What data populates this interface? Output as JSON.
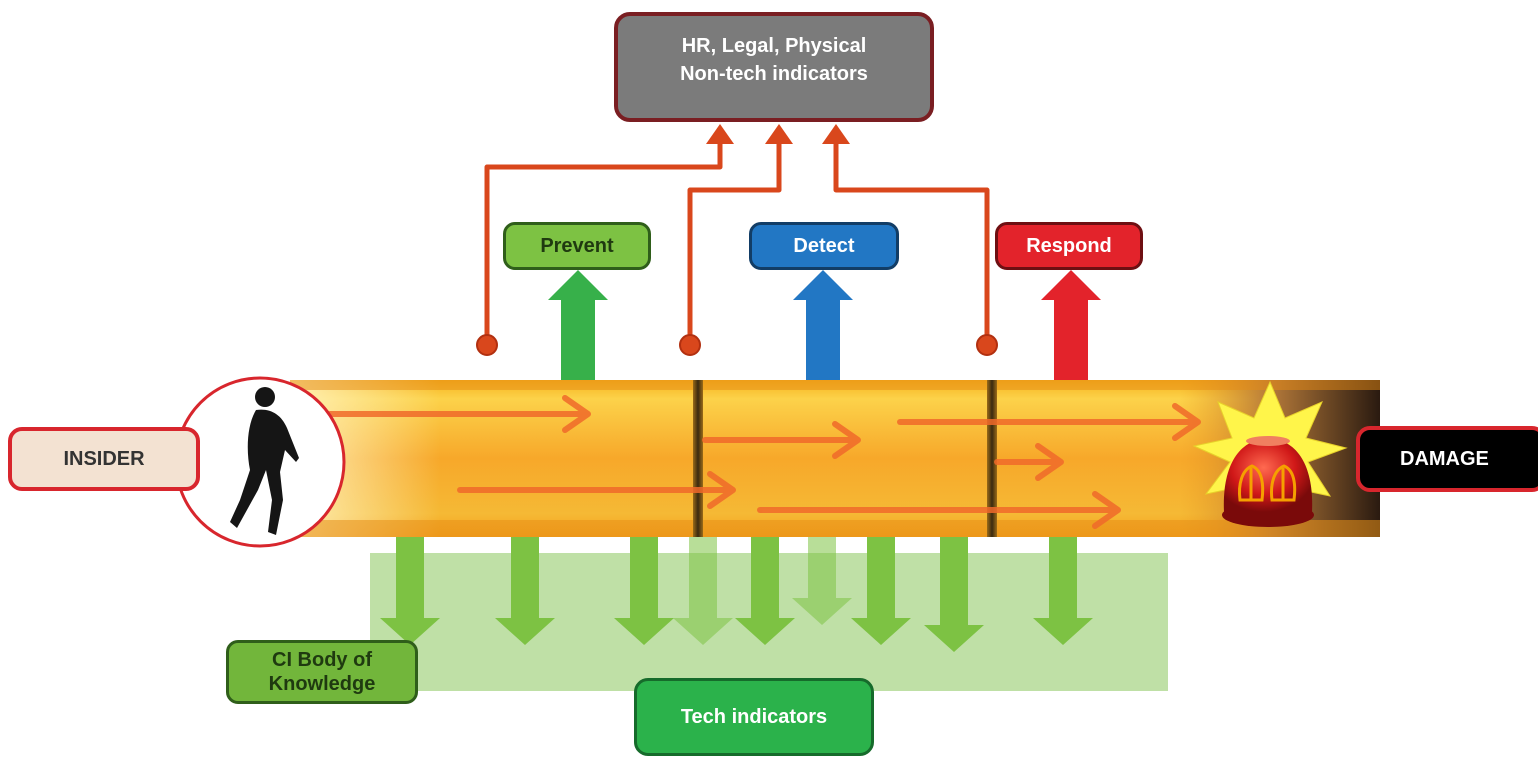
{
  "nodes": {
    "hr_box": {
      "line1": "HR, Legal, Physical",
      "line2": "Non-tech indicators"
    },
    "prevent": "Prevent",
    "detect": "Detect",
    "respond": "Respond",
    "insider": "INSIDER",
    "damage": "DAMAGE",
    "ci_body": {
      "line1": "CI Body of",
      "line2": "Knowledge"
    },
    "tech_indicators": "Tech indicators"
  },
  "colors": {
    "prevent": "#7dc243",
    "detect": "#2277c4",
    "respond": "#e3232b",
    "hr_box": "#7b7b7b",
    "connector": "#d9471c",
    "tech_zone": "#bfe0a6",
    "tech_arrow": "#7dc243",
    "pipe": "#f2a31c"
  },
  "icons": {
    "insider": "walking-person-icon",
    "damage": "alarm-beacon-icon"
  }
}
